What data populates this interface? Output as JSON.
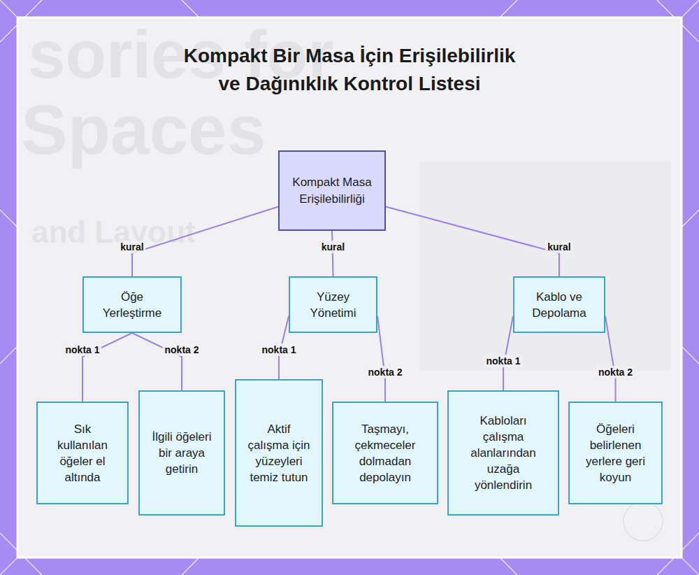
{
  "diagram": {
    "title": "Kompakt Bir Masa İçin Erişilebilirlik ve Dağınıklık Kontrol Listesi",
    "nodes": [
      {
        "text": [
          "Kompakt Masa Erişilebilirliği"
        ]
      },
      {
        "text": [
          "Öğe Yerleştirme"
        ]
      },
      {
        "text": [
          "Yüzey Yönetimi"
        ]
      },
      {
        "text": [
          "Kablo ve Depolama"
        ]
      },
      {
        "text": [
          "Sık kullanılan öğeler el altında"
        ]
      },
      {
        "text": [
          "İlgili öğeleri bir araya getirin"
        ]
      },
      {
        "text": [
          "Aktif çalışma için yüzeyleri temiz tutun"
        ]
      },
      {
        "text": [
          "Taşmayı, çekmeceler dolmadan depolayın"
        ]
      },
      {
        "text": [
          "Kabloları çalışma alanlarından uzağa yönlendirin"
        ]
      },
      {
        "text": [
          "Öğeleri belirlenen yerlere geri koyun"
        ]
      }
    ],
    "edges": [
      {
        "from": 0,
        "to": 1,
        "arrow": "none",
        "label": "kural"
      },
      {
        "from": 0,
        "to": 2,
        "arrow": "none",
        "label": "kural"
      },
      {
        "from": 0,
        "to": 3,
        "arrow": "none",
        "label": "kural"
      },
      {
        "from": 1,
        "to": 4,
        "arrow": "none",
        "label": "nokta 1"
      },
      {
        "from": 1,
        "to": 5,
        "arrow": "none",
        "label": "nokta 2"
      },
      {
        "from": 2,
        "to": 6,
        "arrow": "none",
        "label": "nokta 1"
      },
      {
        "from": 2,
        "to": 7,
        "arrow": "none",
        "label": "nokta 2"
      },
      {
        "from": 3,
        "to": 8,
        "arrow": "none",
        "label": "nokta 1"
      },
      {
        "from": 3,
        "to": 9,
        "arrow": "none",
        "label": "nokta 2"
      }
    ],
    "labels": [
      "sories for",
      "Spaces",
      "and Layout"
    ]
  }
}
